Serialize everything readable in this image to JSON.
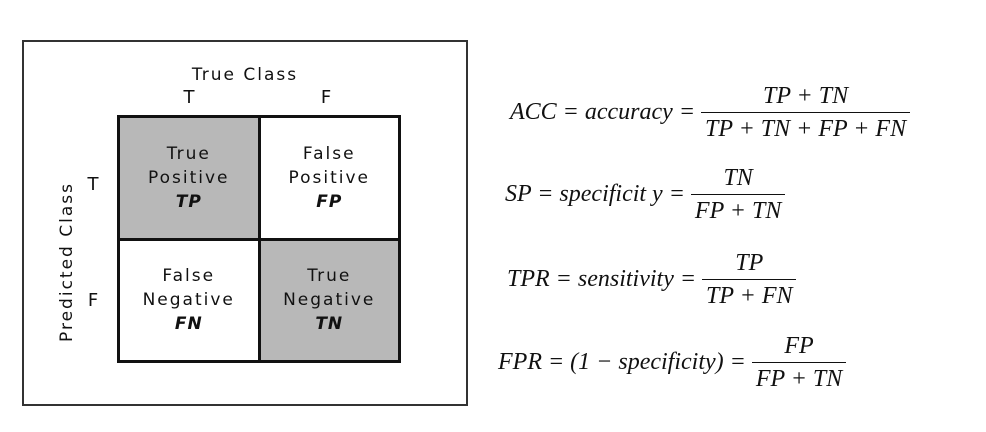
{
  "confusion_matrix": {
    "title": "True Class",
    "y_label": "Predicted Class",
    "col_labels": [
      "T",
      "F"
    ],
    "row_labels": [
      "T",
      "F"
    ],
    "cells": {
      "tp": {
        "line1": "True",
        "line2": "Positive",
        "abbr": "TP"
      },
      "fp": {
        "line1": "False",
        "line2": "Positive",
        "abbr": "FP"
      },
      "fn": {
        "line1": "False",
        "line2": "Negative",
        "abbr": "FN"
      },
      "tn": {
        "line1": "True",
        "line2": "Negative",
        "abbr": "TN"
      }
    },
    "colors": {
      "shaded": "#b8b8b8",
      "white": "#ffffff",
      "border": "#111111"
    }
  },
  "formulas": {
    "acc": {
      "lhs": "ACC = accuracy =",
      "numerator": "TP + TN",
      "denominator": "TP + TN + FP + FN"
    },
    "sp": {
      "lhs": "SP = specificit y =",
      "numerator": "TN",
      "denominator": "FP + TN"
    },
    "tpr": {
      "lhs": "TPR = sensitivity =",
      "numerator": "TP",
      "denominator": "TP + FN"
    },
    "fpr": {
      "lhs": "FPR = (1 − specificity) =",
      "numerator": "FP",
      "denominator": "FP + TN"
    }
  }
}
